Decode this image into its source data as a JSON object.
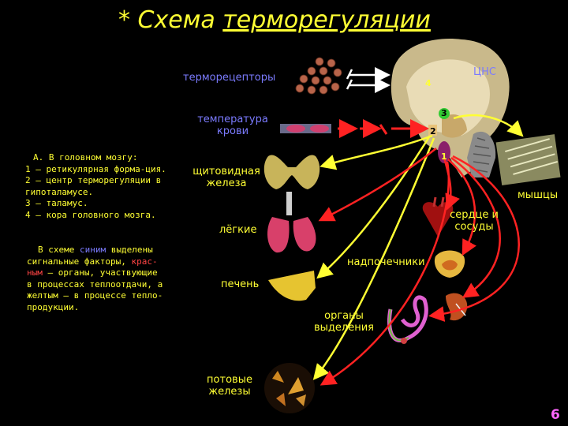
{
  "title": {
    "star": "*",
    "word1": "Схема",
    "word2": "терморегуляции"
  },
  "labels": {
    "thermoreceptors": "терморецепторы",
    "cns": "ЦНС",
    "blood_temp_1": "температура",
    "blood_temp_2": "крови",
    "thyroid_1": "щитовидная",
    "thyroid_2": "железа",
    "muscles": "мышцы",
    "lungs": "лёгкие",
    "heart_1": "сердце и",
    "heart_2": "сосуды",
    "adrenal": "надпочечники",
    "liver": "печень",
    "excretion_1": "органы",
    "excretion_2": "выделения",
    "sweat_1": "потовые",
    "sweat_2": "железы"
  },
  "brain_numbers": {
    "n1": "1",
    "n2": "2",
    "n3": "3",
    "n4": "4"
  },
  "legend_a": [
    "А. В головном мозгу:",
    "1 – ретикулярная форма-ция.",
    "2 – центр терморегуляции в",
    "гипоталамусе.",
    "3 – таламус.",
    "4 – кора головного мозга."
  ],
  "legend_b": {
    "line1_a": "В схеме ",
    "line1_b": "синим",
    "line1_c": " выделены",
    "line2_a": "сигнальные факторы, ",
    "line2_b": "крас-",
    "line3_a": "ным",
    "line3_b": " – органы, участвующие",
    "line4": "в процессах теплоотдачи, а",
    "line5": "желтым – в процессе тепло-",
    "line6": "продукции."
  },
  "page_number": "6",
  "colors": {
    "blue": "#7b7bff",
    "yellow": "#ffff33",
    "red": "#ff2222",
    "pink": "#ff66ff"
  }
}
